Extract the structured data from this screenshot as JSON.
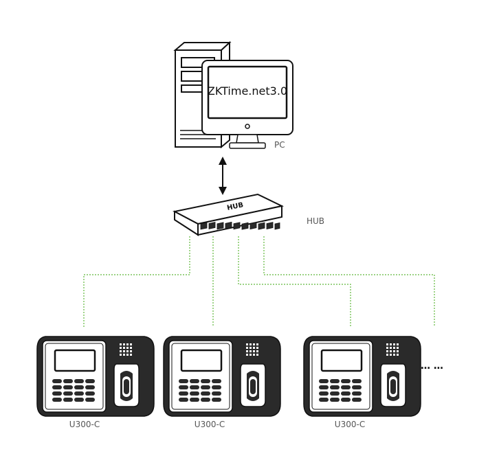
{
  "pc": {
    "label": "PC",
    "screen_text": "ZKTime.net3.0"
  },
  "hub": {
    "label": "HUB",
    "device_text": "HUB"
  },
  "devices": [
    {
      "label": "U300-C"
    },
    {
      "label": "U300-C"
    },
    {
      "label": "U300-C"
    }
  ],
  "continuation": "… …",
  "colors": {
    "line": "#111111",
    "link": "#5fb83a",
    "device_body": "#2a2a2a",
    "device_face": "#3a3a3a"
  }
}
